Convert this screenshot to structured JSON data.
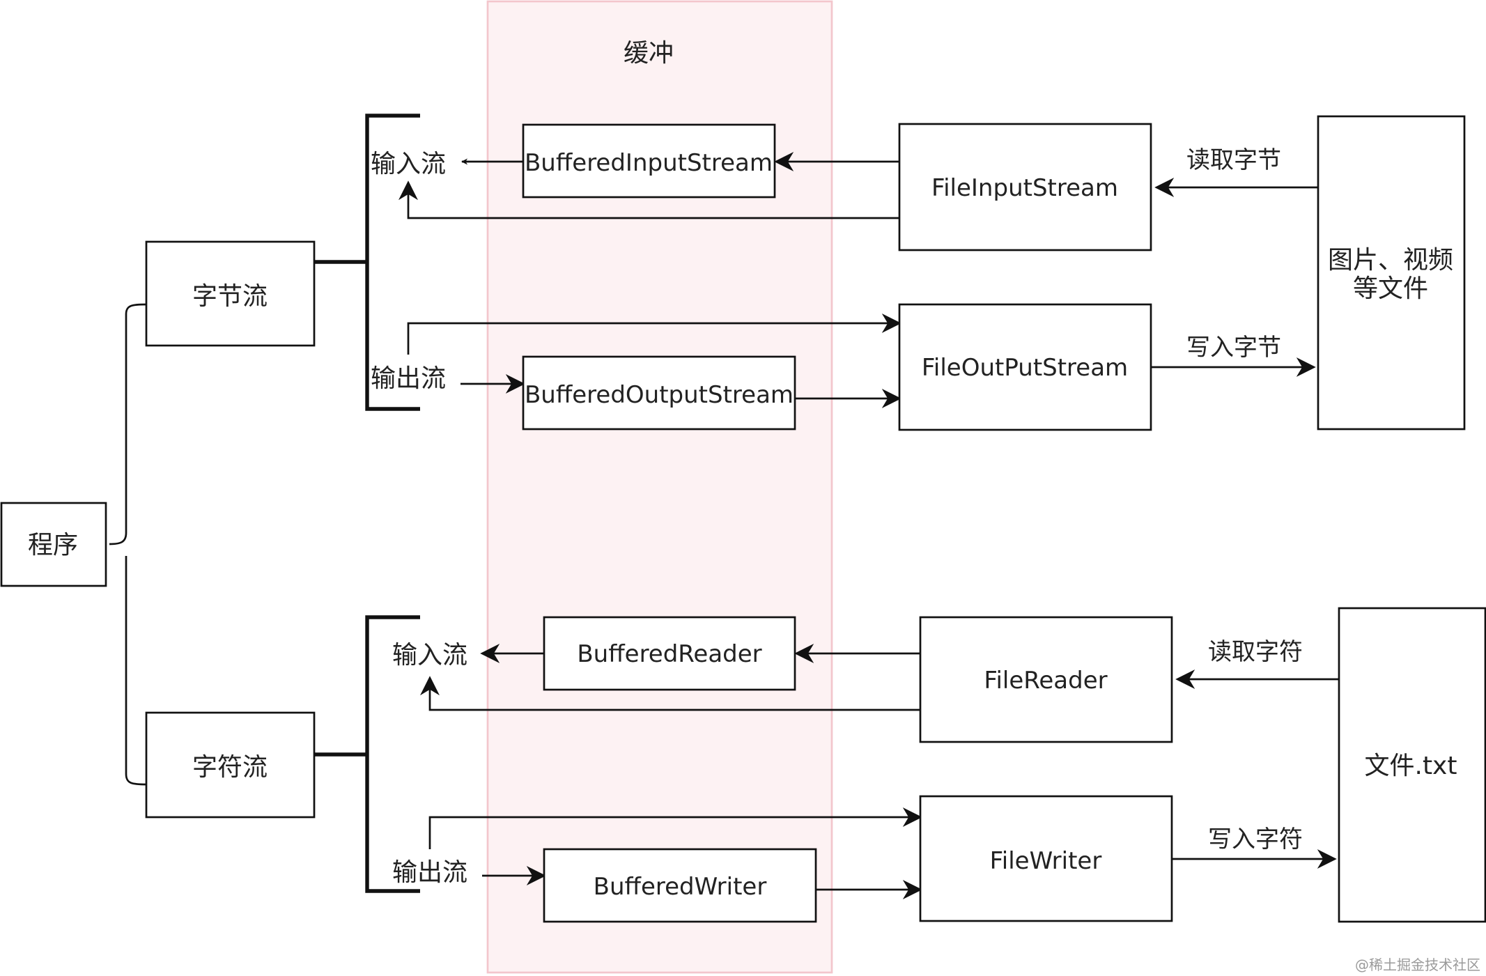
{
  "buffer_region": {
    "label": "缓冲",
    "fill": "#fdf2f3",
    "stroke": "#f3c6cc"
  },
  "root": {
    "label": "程序"
  },
  "byte_stream": {
    "label": "字节流",
    "input_label": "输入流",
    "output_label": "输出流",
    "buffered_input": "BufferedInputStream",
    "buffered_output": "BufferedOutputStream",
    "file_input": "FileInputStream",
    "file_output": "FileOutPutStream",
    "read_label": "读取字节",
    "write_label": "写入字节",
    "target_line1": "图片、视频",
    "target_line2": "等文件"
  },
  "char_stream": {
    "label": "字符流",
    "input_label": "输入流",
    "output_label": "输出流",
    "buffered_reader": "BufferedReader",
    "buffered_writer": "BufferedWriter",
    "file_reader": "FileReader",
    "file_writer": "FileWriter",
    "read_label": "读取字符",
    "write_label": "写入字符",
    "target": "文件.txt"
  },
  "watermark": "@稀土掘金技术社区"
}
